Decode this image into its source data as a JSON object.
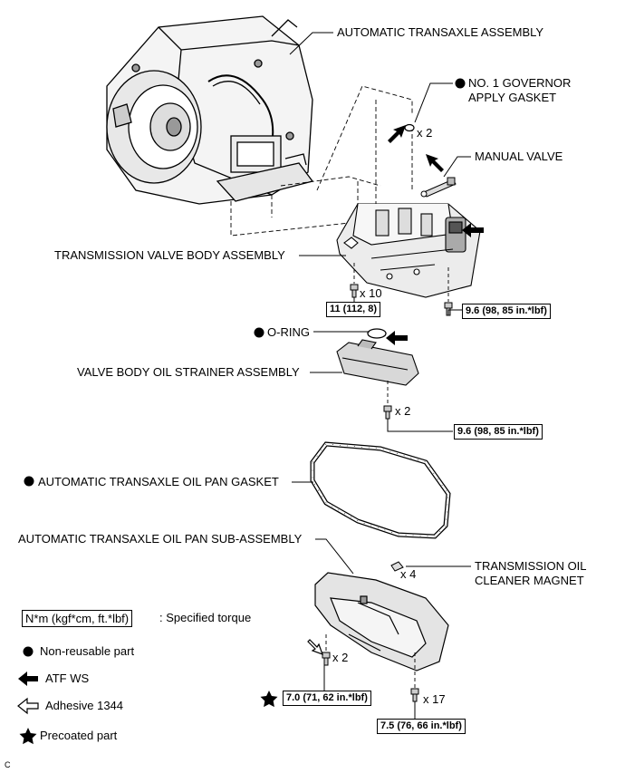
{
  "parts": {
    "transaxle_assembly": "AUTOMATIC TRANSAXLE ASSEMBLY",
    "governor_gasket_line1": "NO. 1 GOVERNOR",
    "governor_gasket_line2": "APPLY GASKET",
    "manual_valve": "MANUAL VALVE",
    "valve_body": "TRANSMISSION VALVE BODY ASSEMBLY",
    "o_ring": "O-RING",
    "strainer": "VALVE BODY OIL STRAINER ASSEMBLY",
    "pan_gasket": "AUTOMATIC TRANSAXLE OIL PAN GASKET",
    "oil_pan": "AUTOMATIC TRANSAXLE OIL PAN SUB-ASSEMBLY",
    "magnet_line1": "TRANSMISSION OIL",
    "magnet_line2": "CLEANER MAGNET"
  },
  "quantities": {
    "gasket": "x 2",
    "valve_bolts": "x 10",
    "strainer_bolts": "x 2",
    "magnets": "x 4",
    "pan_adhesive_bolts": "x 2",
    "pan_bolts": "x 17"
  },
  "torques": {
    "valve_body_main": "11 (112, 8)",
    "valve_body_side": "9.6 (98, 85 in.*lbf)",
    "strainer": "9.6 (98, 85 in.*lbf)",
    "pan_precoated": "7.0 (71, 62 in.*lbf)",
    "pan": "7.5 (76, 66 in.*lbf)"
  },
  "legend": {
    "torque_box": "N*m (kgf*cm, ft.*lbf)",
    "torque_desc": ": Specified torque",
    "non_reusable": "Non-reusable part",
    "atf": "ATF WS",
    "adhesive": "Adhesive 1344",
    "precoated": "Precoated part"
  },
  "footer_code": "C"
}
